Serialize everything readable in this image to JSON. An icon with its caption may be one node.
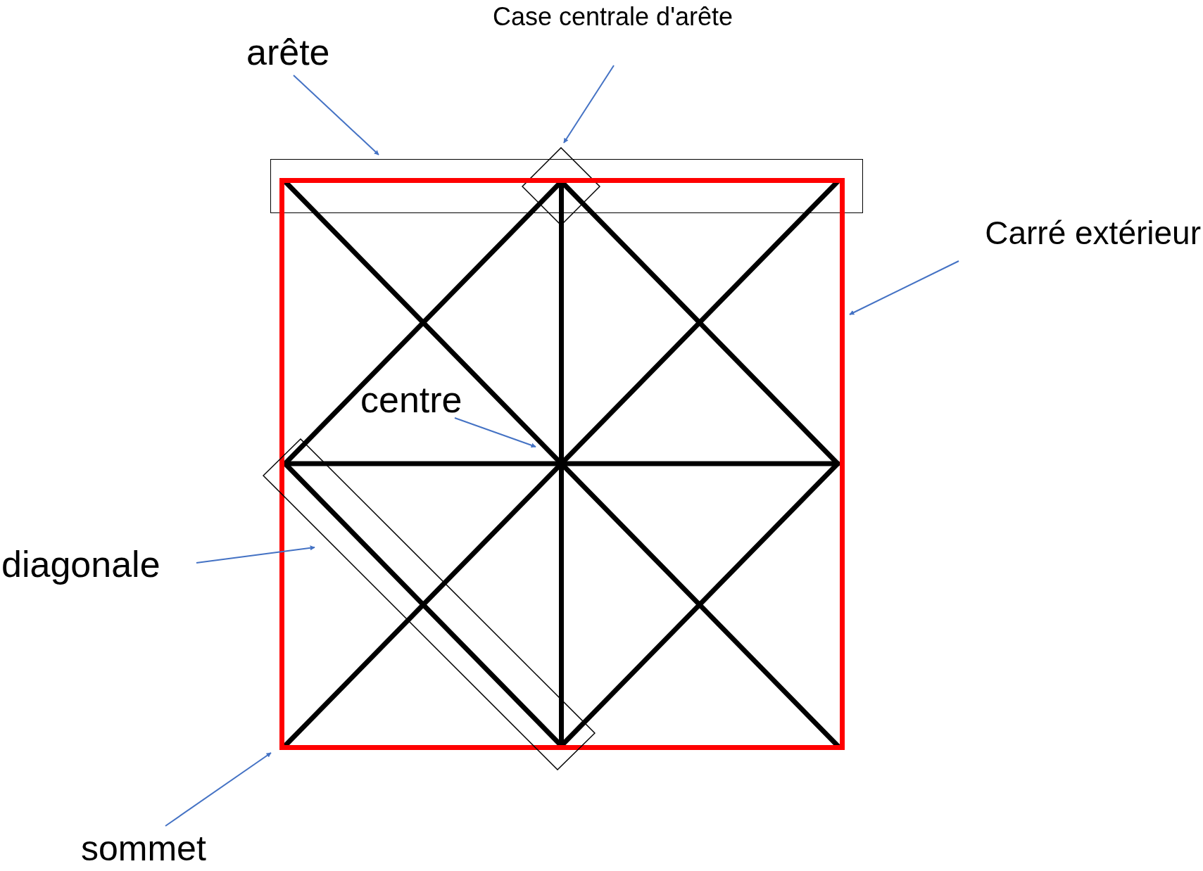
{
  "diagram": {
    "nodes": [
      {
        "text": [
          "Case centrale d'arête"
        ]
      },
      {
        "text": [
          "arête"
        ]
      },
      {
        "text": [
          "Carré extérieur"
        ]
      },
      {
        "text": [
          "centre"
        ],
        "in": 8
      },
      {
        "text": [
          "diagonale"
        ]
      },
      {
        "text": [
          "sommet"
        ]
      },
      {
        "text": [],
        "shape": "box"
      },
      {
        "text": [],
        "shape": "diamond"
      },
      {
        "text": [],
        "shape": "box"
      },
      {
        "text": [],
        "shape": "box"
      }
    ],
    "edges": [
      {
        "from": 0,
        "to": 7,
        "arrow": "to"
      },
      {
        "from": 1,
        "to": 6,
        "arrow": "to"
      },
      {
        "from": 2,
        "to": 8,
        "arrow": "to"
      },
      {
        "from": 3,
        "to": 8,
        "arrow": "to"
      },
      {
        "from": 4,
        "to": 9,
        "arrow": "to"
      },
      {
        "from": 5,
        "to": 8,
        "arrow": "to"
      }
    ]
  }
}
